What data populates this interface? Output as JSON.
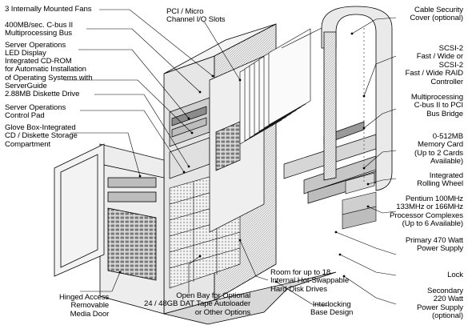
{
  "figure": {
    "subject": "exploded-server-tower-illustration",
    "colors": {
      "ink": "#000000",
      "panel": "#e4e4e4",
      "shadow": "#9a9a9a",
      "dark": "#3a3a3a",
      "paper": "#ffffff"
    }
  },
  "callouts": {
    "fans": "3 Internally Mounted Fans",
    "cbus": "400MB/sec. C-bus II\nMultiprocessing Bus",
    "led": "Server Operations\nLED Display",
    "cdrom": "Integrated CD-ROM\nfor Automatic Installation\nof Operating Systems with\nServerGuide",
    "diskette": "2.88MB Diskette Drive",
    "controlpad": "Server Operations\nControl Pad",
    "glovebox": "Glove Box-Integrated\nCD / Diskette Storage\nCompartment",
    "pci": "PCI / Micro\nChannel I/O Slots",
    "cable": "Cable Security\nCover (optional)",
    "scsi": "SCSI-2\nFast / Wide or\nSCSI-2\nFast / Wide RAID\nController",
    "bridge": "Multiprocessing\nC-bus II to PCI\nBus Bridge",
    "memory": "0-512MB\nMemory Card\n(Up to 2 Cards\nAvailable)",
    "wheel": "Integrated\nRolling Wheel",
    "pentium": "Pentium 100MHz\n133MHz or 166MHz\nProcessor Complexes\n(Up to 6 Available)",
    "primary_psu": "Primary 470 Watt\nPower Supply",
    "lock": "Lock",
    "secondary_psu": "Secondary\n220 Watt\nPower Supply\n(optional)",
    "drives": "Room for up to 18\nInternal Hot-Swappable\nHard-Disk Drives",
    "base": "Interlocking\nBase Design",
    "tapebay": "Open Bay for Optional\n24 / 48GB DAT Tape Autoloader\nor Other Options",
    "door": "Hinged Access\nRemovable\nMedia Door"
  }
}
